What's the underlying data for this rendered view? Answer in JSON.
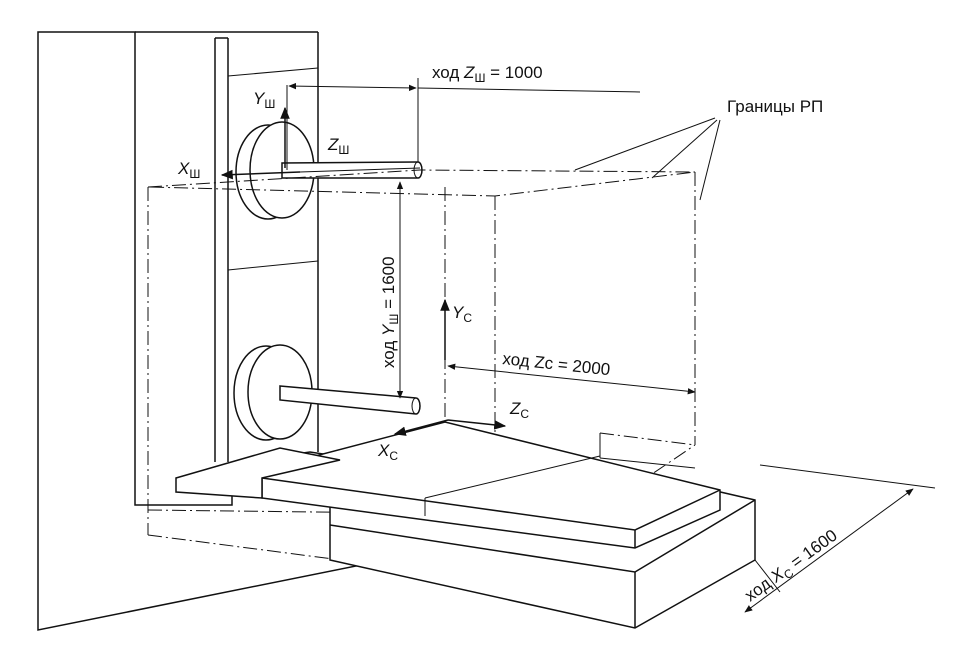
{
  "labels": {
    "stroke_z_prefix": "ход ",
    "stroke_z_axis": "Z",
    "stroke_z_sub": "Ш",
    "stroke_z_value": " = 1000",
    "y_spindle_axis": "Y",
    "y_spindle_sub": "Ш",
    "z_spindle_axis": "Z",
    "z_spindle_sub": "Ш",
    "x_spindle_axis": "X",
    "x_spindle_sub": "Ш",
    "workspace_bounds": "Границы РП",
    "stroke_y_prefix": "ход ",
    "stroke_y_axis": "Y",
    "stroke_y_sub": "Ш",
    "stroke_y_value": " = 1600",
    "y_table_axis": "Y",
    "y_table_sub": "С",
    "stroke_zc": "ход Zс = 2000",
    "z_table_axis": "Z",
    "z_table_sub": "С",
    "x_table_axis": "X",
    "x_table_sub": "С",
    "stroke_x_prefix": "ход ",
    "stroke_x_axis": "X",
    "stroke_x_sub": "С",
    "stroke_x_value": " = 1600"
  },
  "colors": {
    "ink": "#111111",
    "background": "#ffffff"
  }
}
